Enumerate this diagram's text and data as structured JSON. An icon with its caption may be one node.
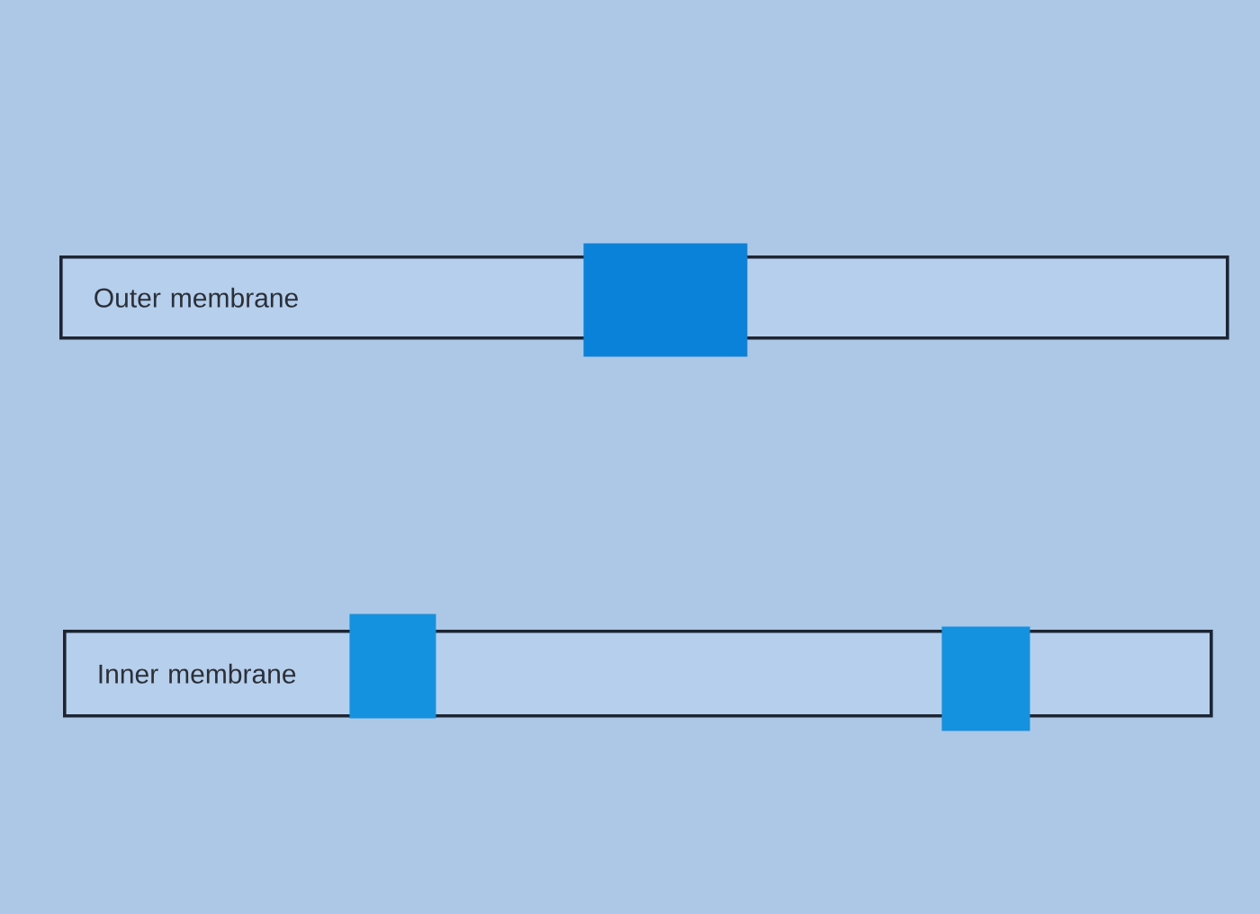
{
  "diagram": {
    "nodes": [
      {
        "text": [
          "Outer membrane"
        ]
      },
      {
        "text": [],
        "shape": "box"
      },
      {
        "text": [
          "Inner membrane"
        ]
      },
      {
        "text": [],
        "shape": "box"
      },
      {
        "text": [],
        "shape": "box"
      }
    ]
  }
}
